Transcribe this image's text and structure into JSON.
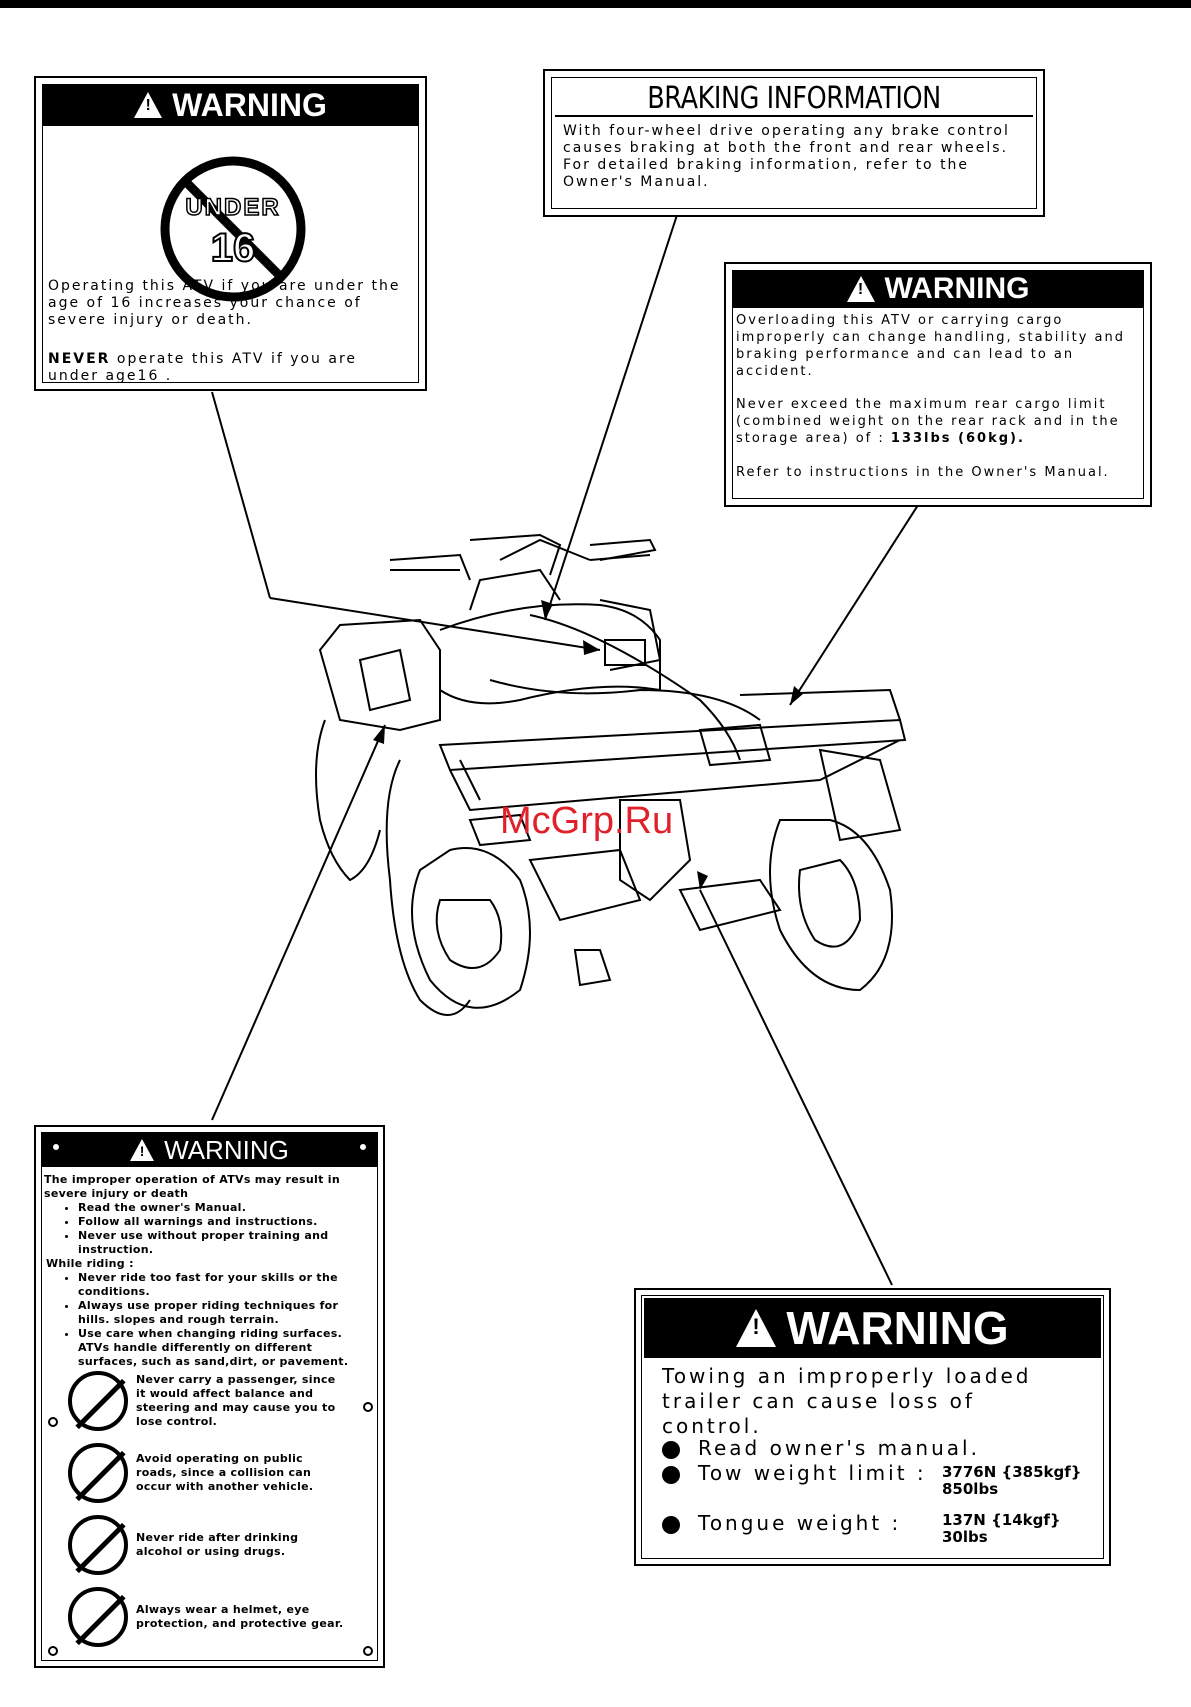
{
  "labels": {
    "under16": {
      "header": "WARNING",
      "icon_text_1": "UNDER",
      "icon_text_2": "16",
      "body_1": "Operating this ATV if you are under the age of 16 increases your chance of severe injury or death.",
      "never": "NEVER",
      "body_2": "operate this ATV if you are under age16 ."
    },
    "braking": {
      "header": "BRAKING INFORMATION",
      "body": "With four-wheel drive operating any brake control causes braking at both the front and rear wheels. For detailed braking information, refer to the Owner's Manual."
    },
    "cargo": {
      "header": "WARNING",
      "body_1": "Overloading this ATV or carrying cargo improperly can change handling, stability and braking performance and can lead to an accident.",
      "body_2": "Never exceed the maximum rear cargo limit (combined weight on the rear rack and in the storage area) of :",
      "limit": "133lbs (60kg).",
      "body_3": "Refer to instructions in the Owner's Manual."
    },
    "general": {
      "header": "WARNING",
      "intro": "The improper operation of ATVs may result in severe injury or death",
      "items": [
        "Read the owner's Manual.",
        "Follow all warnings and instructions.",
        "Never use without proper training and instruction."
      ],
      "while_riding": "While riding :",
      "riding_items": [
        "Never ride too fast for your skills or the conditions.",
        "Always use proper riding techniques for hills. slopes and rough terrain.",
        "Use care when changing riding surfaces. ATVs handle differently on different surfaces, such as sand,dirt, or pavement."
      ],
      "pictos": [
        "Never carry a passenger, since it would affect balance and steering and may cause you to lose control.",
        "Avoid operating on public roads, since a collision can occur with another vehicle.",
        "Never ride after drinking alcohol or using drugs.",
        "Always wear a helmet, eye protection, and protective gear."
      ]
    },
    "towing": {
      "header": "WARNING",
      "body": "Towing an improperly loaded trailer can cause loss of control.",
      "item_1": "Read owner's manual.",
      "item_2_label": "Tow weight limit :",
      "item_2_val_1": "3776N {385kgf}",
      "item_2_val_2": "850lbs",
      "item_3_label": "Tongue weight :",
      "item_3_val_1": "137N {14kgf}",
      "item_3_val_2": "30lbs"
    }
  },
  "watermark": "McGrp.Ru",
  "colors": {
    "watermark": "#e0202a"
  }
}
